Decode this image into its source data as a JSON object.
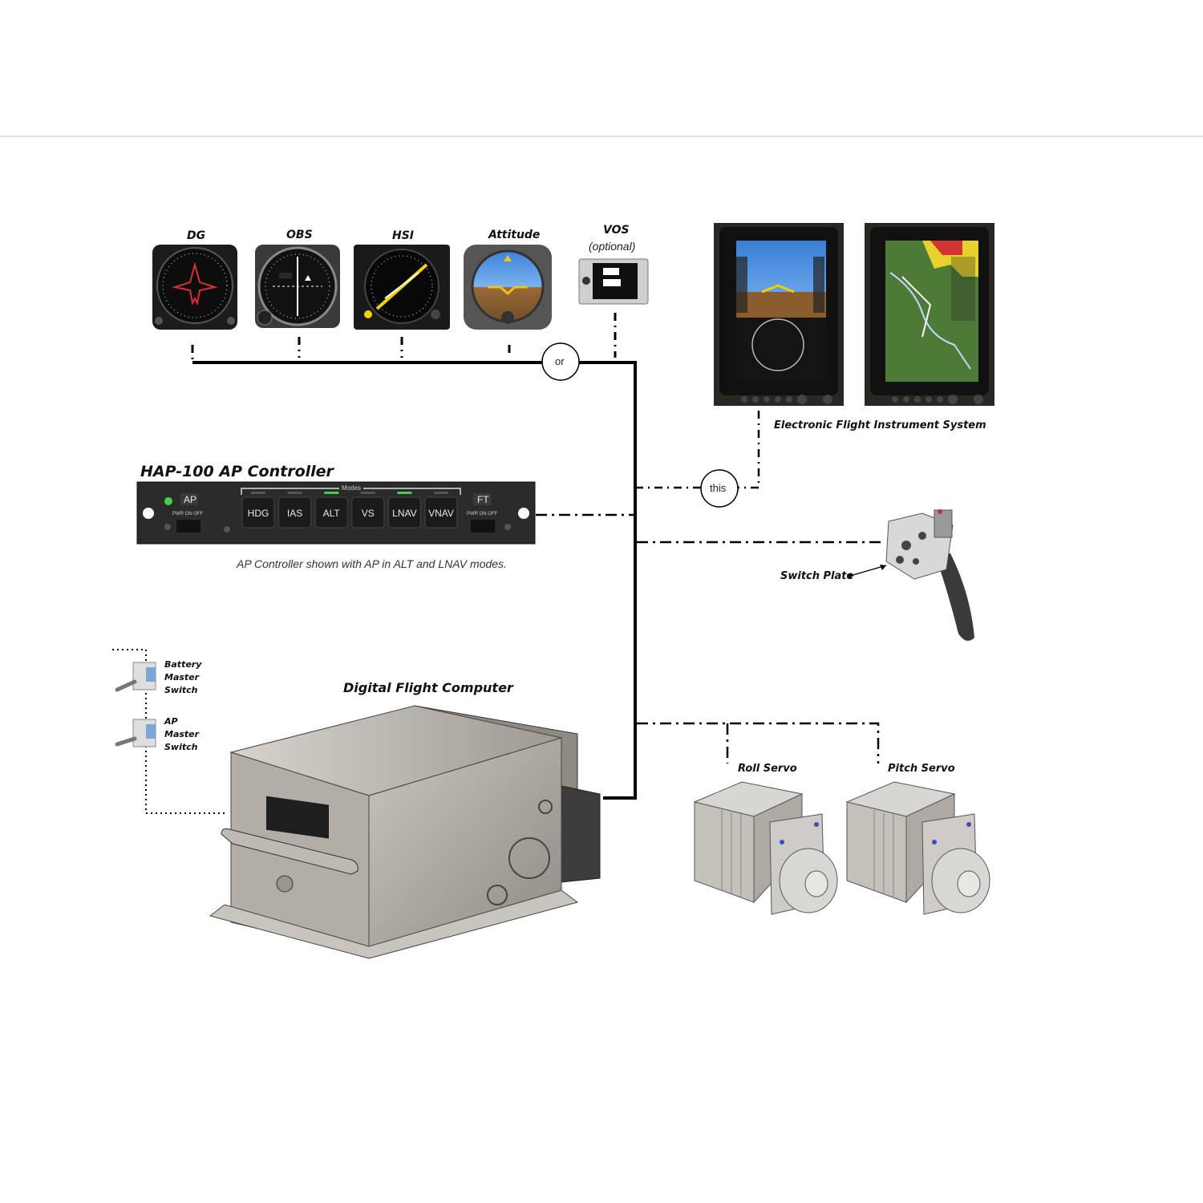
{
  "labels": {
    "dg": "DG",
    "obs": "OBS",
    "hsi": "HSI",
    "attitude": "Attitude",
    "vos": "VOS",
    "vos_optional": "(optional)",
    "or": "or",
    "this": "this",
    "efis": "Electronic Flight Instrument System",
    "controller_title": "HAP-100 AP Controller",
    "controller_caption": "AP Controller shown with AP in ALT and LNAV modes.",
    "switch_plate": "Switch Plate",
    "battery_switch": [
      "Battery",
      "Master",
      "Switch"
    ],
    "ap_switch": [
      "AP",
      "Master",
      "Switch"
    ],
    "dfc": "Digital Flight Computer",
    "roll_servo": "Roll Servo",
    "pitch_servo": "Pitch Servo"
  },
  "controller": {
    "ap_label": "AP",
    "ap_sub": "PWR ON OFF",
    "modes_label": "Modes",
    "mode_buttons": [
      "HDG",
      "IAS",
      "ALT",
      "VS",
      "LNAV",
      "VNAV"
    ],
    "active_modes": [
      "ALT",
      "LNAV"
    ],
    "ft_label": "FT",
    "ft_sub": "PWR ON OFF"
  },
  "colors": {
    "line": "#000000",
    "active_led": "#3fd44a",
    "panel": "#2b2b2b",
    "metal": "#a9a59e"
  }
}
